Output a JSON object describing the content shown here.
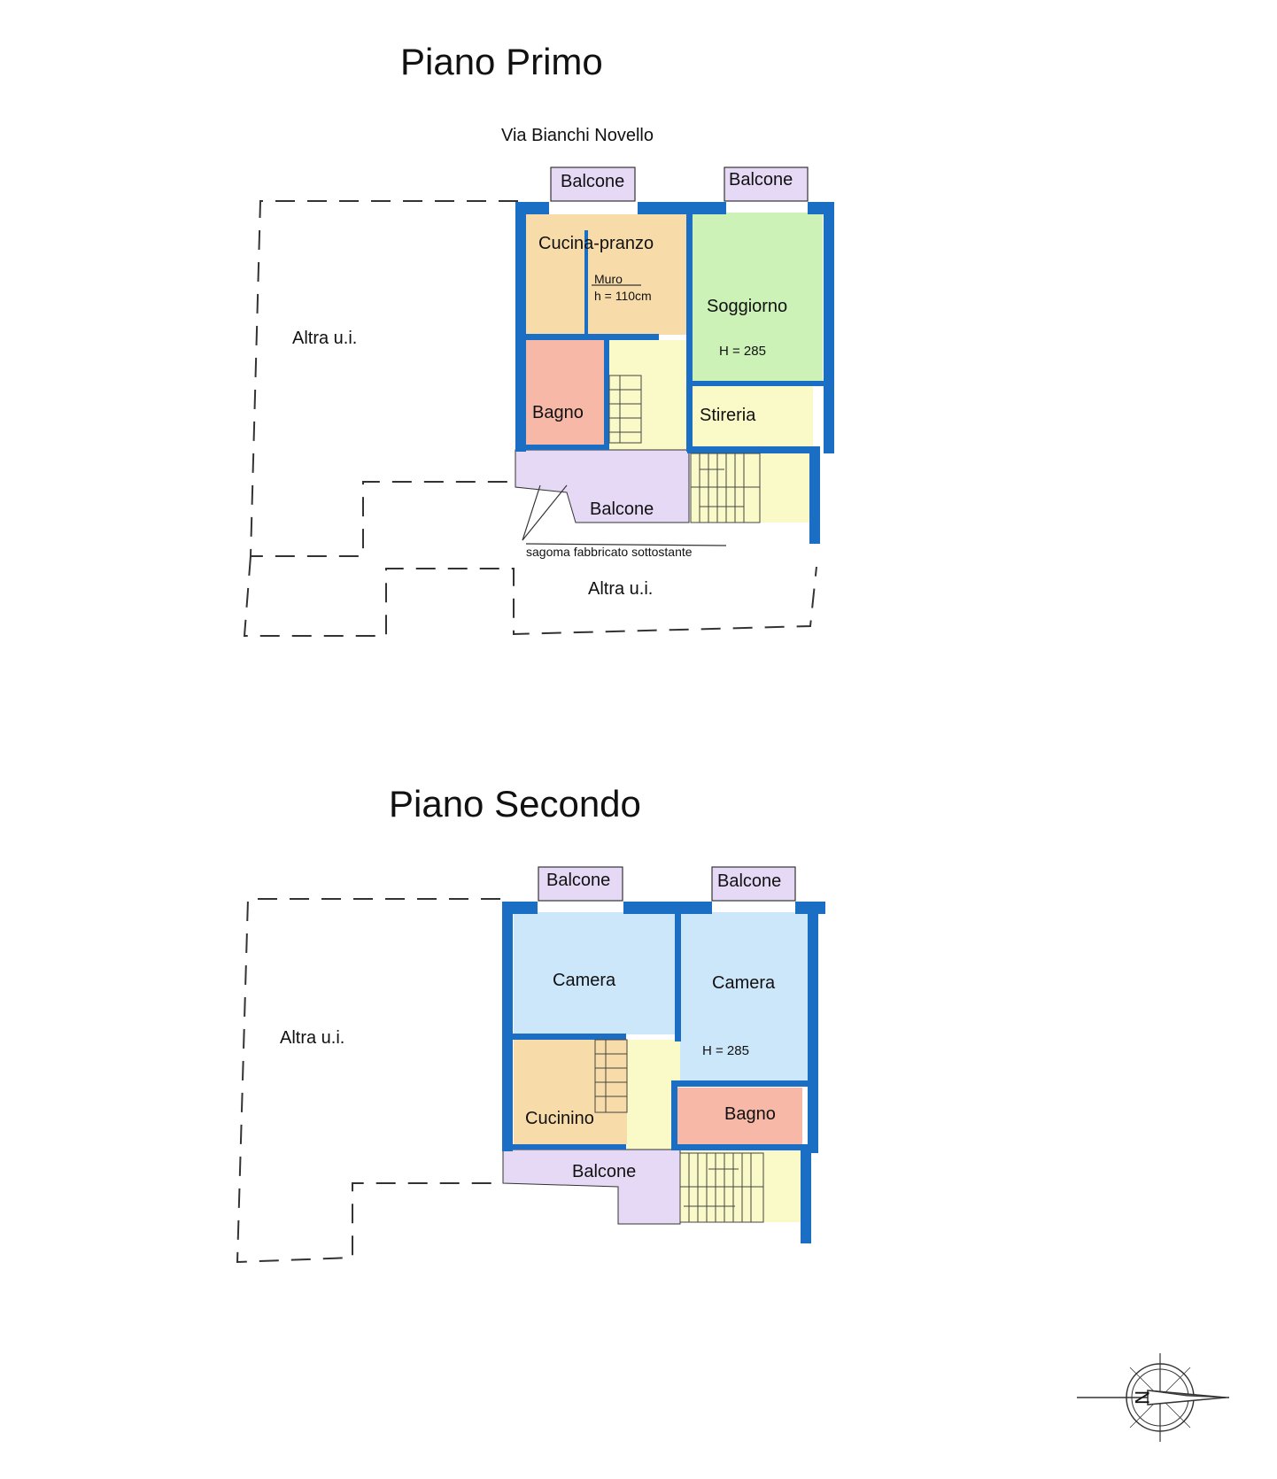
{
  "floor1": {
    "title": "Piano Primo",
    "street": "Via Bianchi Novello",
    "balcony_top_left": "Balcone",
    "balcony_top_right": "Balcone",
    "kitchen": "Cucina-pranzo",
    "wall_label": "Muro",
    "wall_height": "h = 110cm",
    "living": "Soggiorno",
    "height": "H = 285",
    "bath": "Bagno",
    "ironing": "Stireria",
    "balcony_bottom": "Balcone",
    "outline_note": "sagoma fabbricato sottostante",
    "other_left": "Altra u.i.",
    "other_bottom": "Altra u.i."
  },
  "floor2": {
    "title": "Piano Secondo",
    "balcony_top_left": "Balcone",
    "balcony_top_right": "Balcone",
    "room_left": "Camera",
    "room_right": "Camera",
    "height": "H = 285",
    "kitchenette": "Cucinino",
    "bath": "Bagno",
    "balcony_bottom": "Balcone",
    "other_left": "Altra u.i."
  },
  "colors": {
    "wall": "#1a6fc4",
    "balcony": "#e6d9f5",
    "kitchen": "#f7dcaa",
    "living": "#cdf2b8",
    "bath": "#f7b8a8",
    "corridor": "#fafac8",
    "bedroom": "#cce6fa"
  },
  "compass": {
    "icon": "north-arrow-icon"
  }
}
